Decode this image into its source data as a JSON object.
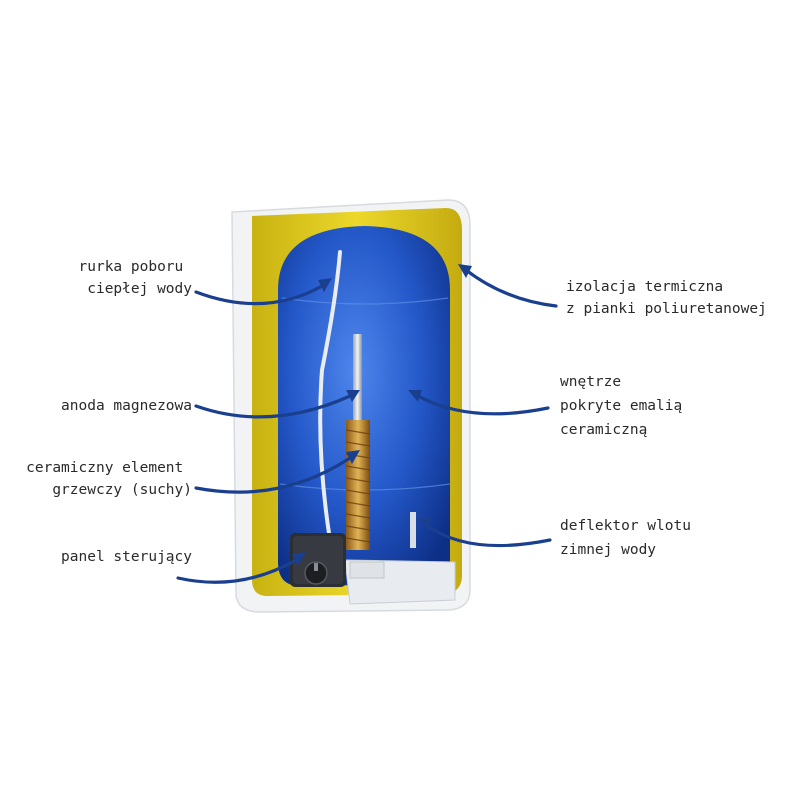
{
  "labels": {
    "hot_pipe": [
      "rurka poboru",
      "ciepłej wody"
    ],
    "insulation": [
      "izolacja termiczna",
      "z pianki poliuretanowej"
    ],
    "anode": [
      "anoda magnezowa"
    ],
    "interior": [
      "wnętrze",
      "pokryte emalią",
      "ceramiczną"
    ],
    "heater": [
      "ceramiczny element",
      "grzewczy (suchy)"
    ],
    "deflector": [
      "deflektor wlotu",
      "zimnej wody"
    ],
    "panel": [
      "panel sterujący"
    ]
  },
  "colors": {
    "arrow": "#1a3f8f",
    "insulation": "#e3cf1c",
    "tank": "#2458c9",
    "shell": "#f1f3f5",
    "panel": "#2b2e33"
  }
}
